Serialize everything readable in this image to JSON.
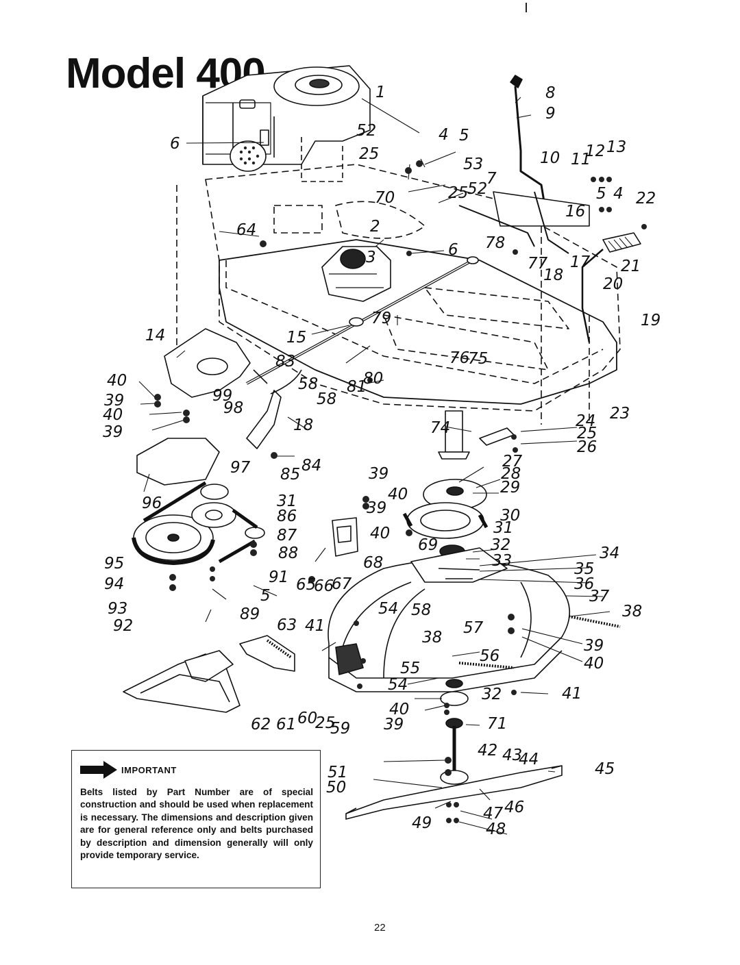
{
  "title": "Model 400",
  "important": {
    "label": "IMPORTANT",
    "text": "Belts listed by Part Number are of special construction and should be used when replacement is necessary. The dimensions and description given are for general reference only and belts purchased by description and dimension generally will only provide temporary service."
  },
  "page_number": "22",
  "callouts": [
    {
      "label": "1"
    },
    {
      "label": "8"
    },
    {
      "label": "9"
    },
    {
      "label": "52"
    },
    {
      "label": "4"
    },
    {
      "label": "5"
    },
    {
      "label": "6"
    },
    {
      "label": "25"
    },
    {
      "label": "53"
    },
    {
      "label": "10"
    },
    {
      "label": "11"
    },
    {
      "label": "12"
    },
    {
      "label": "13"
    },
    {
      "label": "70"
    },
    {
      "label": "25"
    },
    {
      "label": "52"
    },
    {
      "label": "7"
    },
    {
      "label": "5"
    },
    {
      "label": "4"
    },
    {
      "label": "22"
    },
    {
      "label": "2"
    },
    {
      "label": "16"
    },
    {
      "label": "64"
    },
    {
      "label": "6"
    },
    {
      "label": "78"
    },
    {
      "label": "3"
    },
    {
      "label": "77"
    },
    {
      "label": "17"
    },
    {
      "label": "21"
    },
    {
      "label": "18"
    },
    {
      "label": "20"
    },
    {
      "label": "79"
    },
    {
      "label": "19"
    },
    {
      "label": "14"
    },
    {
      "label": "15"
    },
    {
      "label": "83"
    },
    {
      "label": "76"
    },
    {
      "label": "75"
    },
    {
      "label": "40"
    },
    {
      "label": "58"
    },
    {
      "label": "81"
    },
    {
      "label": "80"
    },
    {
      "label": "39"
    },
    {
      "label": "99"
    },
    {
      "label": "58"
    },
    {
      "label": "40"
    },
    {
      "label": "98"
    },
    {
      "label": "23"
    },
    {
      "label": "39"
    },
    {
      "label": "18"
    },
    {
      "label": "74"
    },
    {
      "label": "24"
    },
    {
      "label": "25"
    },
    {
      "label": "26"
    },
    {
      "label": "97"
    },
    {
      "label": "84"
    },
    {
      "label": "27"
    },
    {
      "label": "85"
    },
    {
      "label": "39"
    },
    {
      "label": "28"
    },
    {
      "label": "40"
    },
    {
      "label": "29"
    },
    {
      "label": "31"
    },
    {
      "label": "96"
    },
    {
      "label": "86"
    },
    {
      "label": "39"
    },
    {
      "label": "30"
    },
    {
      "label": "87"
    },
    {
      "label": "40"
    },
    {
      "label": "31"
    },
    {
      "label": "69"
    },
    {
      "label": "32"
    },
    {
      "label": "95"
    },
    {
      "label": "88"
    },
    {
      "label": "68"
    },
    {
      "label": "33"
    },
    {
      "label": "34"
    },
    {
      "label": "35"
    },
    {
      "label": "94"
    },
    {
      "label": "91"
    },
    {
      "label": "65"
    },
    {
      "label": "66"
    },
    {
      "label": "67"
    },
    {
      "label": "36"
    },
    {
      "label": "5"
    },
    {
      "label": "93"
    },
    {
      "label": "37"
    },
    {
      "label": "89"
    },
    {
      "label": "54"
    },
    {
      "label": "58"
    },
    {
      "label": "38"
    },
    {
      "label": "92"
    },
    {
      "label": "63"
    },
    {
      "label": "41"
    },
    {
      "label": "57"
    },
    {
      "label": "38"
    },
    {
      "label": "39"
    },
    {
      "label": "56"
    },
    {
      "label": "40"
    },
    {
      "label": "55"
    },
    {
      "label": "54"
    },
    {
      "label": "32"
    },
    {
      "label": "41"
    },
    {
      "label": "40"
    },
    {
      "label": "62"
    },
    {
      "label": "61"
    },
    {
      "label": "60"
    },
    {
      "label": "25"
    },
    {
      "label": "59"
    },
    {
      "label": "39"
    },
    {
      "label": "71"
    },
    {
      "label": "42"
    },
    {
      "label": "43"
    },
    {
      "label": "44"
    },
    {
      "label": "51"
    },
    {
      "label": "45"
    },
    {
      "label": "50"
    },
    {
      "label": "46"
    },
    {
      "label": "47"
    },
    {
      "label": "49"
    },
    {
      "label": "48"
    }
  ]
}
